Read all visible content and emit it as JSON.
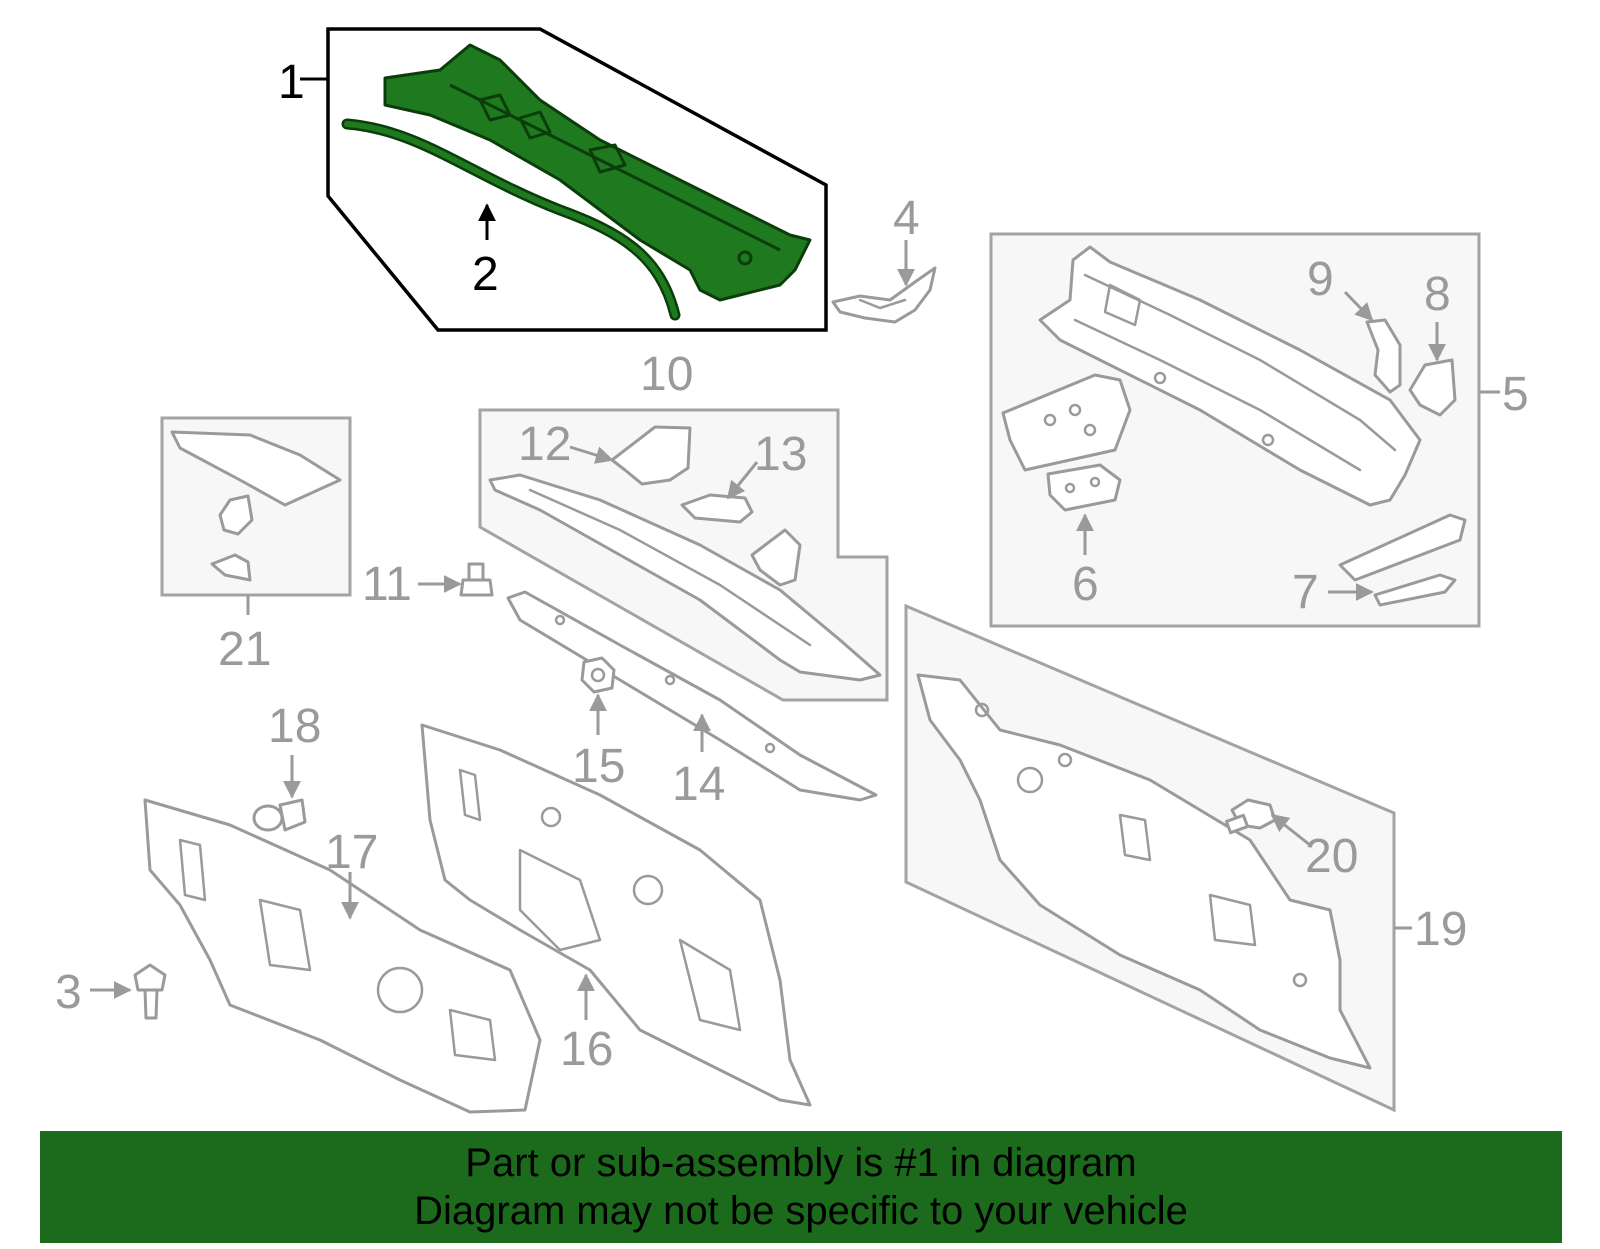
{
  "banner": {
    "line1": "Part or sub-assembly is #1 in diagram",
    "line2": "Diagram may not be specific to your vehicle",
    "color": "#1c6b1c"
  },
  "diagram": {
    "highlight_color": "#1f7a1f",
    "callouts": {
      "c1": "1",
      "c2": "2",
      "c3": "3",
      "c4": "4",
      "c5": "5",
      "c6": "6",
      "c7": "7",
      "c8": "8",
      "c9": "9",
      "c10": "10",
      "c11": "11",
      "c12": "12",
      "c13": "13",
      "c14": "14",
      "c15": "15",
      "c16": "16",
      "c17": "17",
      "c18": "18",
      "c19": "19",
      "c20": "20",
      "c21": "21"
    }
  }
}
